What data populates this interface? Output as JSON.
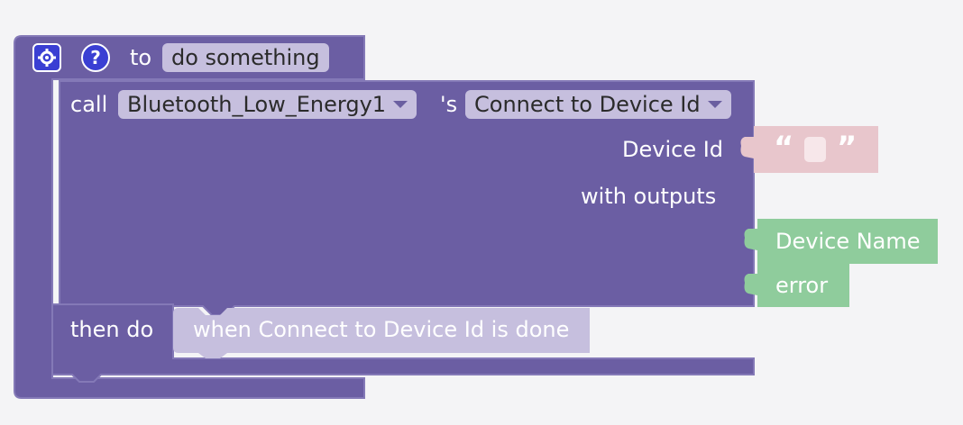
{
  "procedure": {
    "to_label": "to",
    "name": "do something"
  },
  "call_block": {
    "call_label": "call",
    "component": "Bluetooth_Low_Energy1",
    "possessive": "'s",
    "method": "Connect to Device Id",
    "param_label": "Device Id",
    "with_outputs_label": "with outputs",
    "then_do_label": "then do"
  },
  "string_block": {
    "open_quote": "“",
    "close_quote": "”"
  },
  "outputs": [
    {
      "label": "Device Name"
    },
    {
      "label": "error"
    }
  ],
  "event_block": {
    "label": "when Connect to Device Id is done"
  },
  "icons": {
    "mutator": "gear-icon",
    "help": "question-mark-icon"
  },
  "colors": {
    "procedure_block": "#6b5ea3",
    "procedure_border": "#8479b7",
    "field_bg": "#c6bfde",
    "event_block": "#c6bfde",
    "string_block": "#e8c6cc",
    "output_block": "#8fcc9c",
    "help_icon": "#3a3fd3"
  }
}
